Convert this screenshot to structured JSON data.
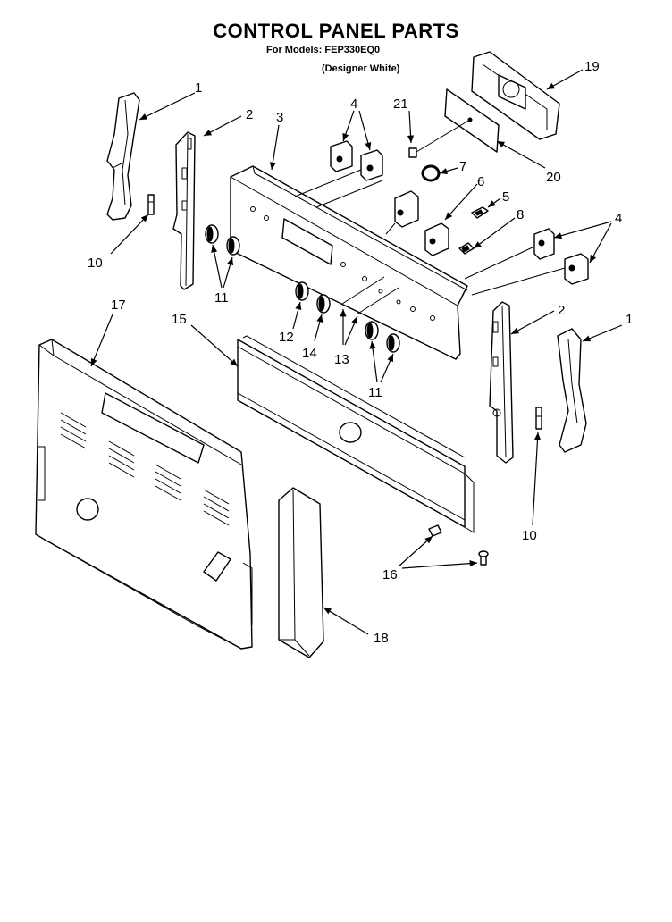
{
  "title": "CONTROL PANEL PARTS",
  "models_line": "For Models: FEP330EQ0",
  "color_line": "(Designer White)",
  "callouts": [
    {
      "id": "c1a",
      "label": "1"
    },
    {
      "id": "c2a",
      "label": "2"
    },
    {
      "id": "c3",
      "label": "3"
    },
    {
      "id": "c4a",
      "label": "4"
    },
    {
      "id": "c21",
      "label": "21"
    },
    {
      "id": "c19",
      "label": "19"
    },
    {
      "id": "c20",
      "label": "20"
    },
    {
      "id": "c7",
      "label": "7"
    },
    {
      "id": "c6",
      "label": "6"
    },
    {
      "id": "c5",
      "label": "5"
    },
    {
      "id": "c8",
      "label": "8"
    },
    {
      "id": "c4b",
      "label": "4"
    },
    {
      "id": "c10a",
      "label": "10"
    },
    {
      "id": "c11a",
      "label": "11"
    },
    {
      "id": "c12",
      "label": "12"
    },
    {
      "id": "c14",
      "label": "14"
    },
    {
      "id": "c13",
      "label": "13"
    },
    {
      "id": "c11b",
      "label": "11"
    },
    {
      "id": "c2b",
      "label": "2"
    },
    {
      "id": "c1b",
      "label": "1"
    },
    {
      "id": "c17",
      "label": "17"
    },
    {
      "id": "c15",
      "label": "15"
    },
    {
      "id": "c10b",
      "label": "10"
    },
    {
      "id": "c16",
      "label": "16"
    },
    {
      "id": "c18",
      "label": "18"
    }
  ]
}
